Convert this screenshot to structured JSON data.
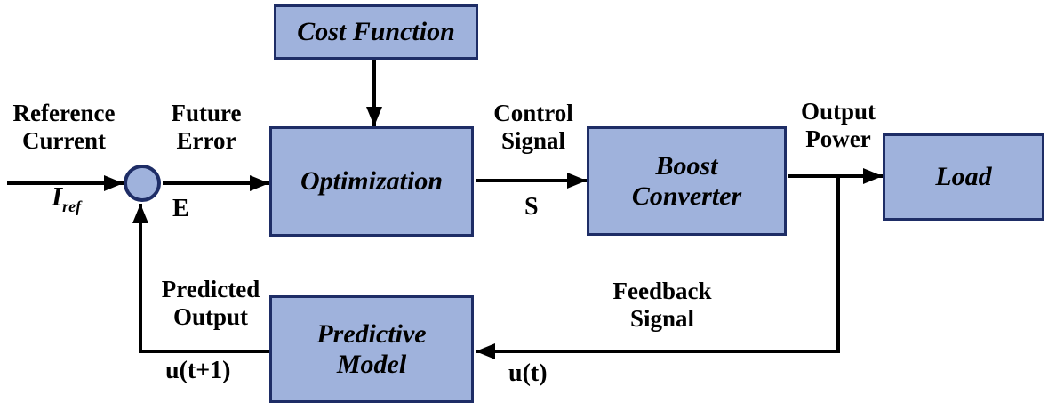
{
  "colors": {
    "background": "#ffffff",
    "block_fill": "#9fb2dc",
    "block_border": "#1e2d66",
    "line": "#000000",
    "text": "#000000"
  },
  "blocks": {
    "cost_function": "Cost Function",
    "optimization": "Optimization",
    "boost_converter": "Boost\nConverter",
    "load": "Load",
    "predictive_model": "Predictive\nModel"
  },
  "labels": {
    "reference_current": "Reference\nCurrent",
    "future_error": "Future\nError",
    "control_signal": "Control\nSignal",
    "output_power": "Output\nPower",
    "predicted_output": "Predicted\nOutput",
    "feedback_signal": "Feedback\nSignal"
  },
  "signals": {
    "iref_base": "I",
    "iref_sub": "ref",
    "error": "E",
    "control": "S",
    "predicted": "u(t+1)",
    "feedback": "u(t)"
  }
}
